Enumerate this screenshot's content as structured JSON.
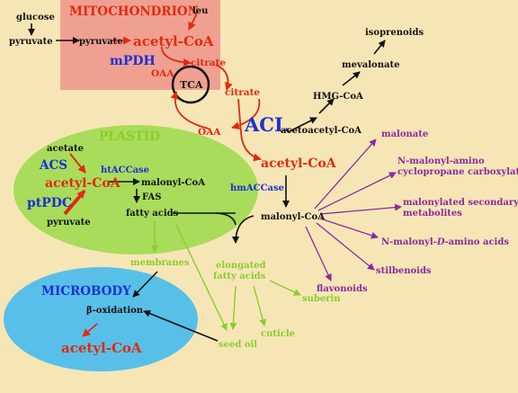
{
  "colors": {
    "background": "#f6e6b6",
    "mitochondrion": "#f0a090",
    "plastid": "#a8dc5a",
    "microbody": "#58c0e8",
    "red": "#e02a10",
    "blue": "#1c2fd8",
    "purple": "#8a2aa0",
    "green": "#8ccc2c",
    "black": "#111111"
  },
  "compartments": {
    "mitochondrion": "MITOCHONDRION",
    "plastid": "PLASTID",
    "microbody": "MICROBODY"
  },
  "labels": {
    "glucose": "glucose",
    "pyruvate_cyto": "pyruvate",
    "pyruvate_mito": "pyruvate",
    "leu": "leu",
    "acetyl_coa_mito": "acetyl-CoA",
    "mpdh": "mPDH",
    "citrate_mito": "citrate",
    "oaa_mito": "OAA",
    "tca": "TCA",
    "citrate_cyto": "citrate",
    "oaa_cyto": "OAA",
    "acl": "ACL",
    "acetyl_coa_cyto": "acetyl-CoA",
    "acetoacetyl_coa": "acetoacetyl-CoA",
    "hmg_coa": "HMG-CoA",
    "mevalonate": "mevalonate",
    "isoprenoids": "isoprenoids",
    "hmaccase": "hmACCase",
    "malonyl_coa_cyto": "malonyl-CoA",
    "acetate": "acetate",
    "acs": "ACS",
    "htaccase": "htACCase",
    "acetyl_coa_plastid": "acetyl-CoA",
    "malonyl_coa_plastid": "malonyl-CoA",
    "ptpdc": "ptPDC",
    "fas": "FAS",
    "pyruvate_plastid": "pyruvate",
    "fatty_acids": "fatty acids",
    "membranes": "membranes",
    "elongated_1": "elongated",
    "elongated_2": "fatty acids",
    "suberin": "suberin",
    "cuticle": "cuticle",
    "seed_oil": "seed oil",
    "beta_oxidation": "β-oxidation",
    "acetyl_coa_microbody": "acetyl-CoA",
    "malonate": "malonate",
    "n_malonyl_amino_1": "N-malonyl-amino",
    "n_malonyl_amino_2": "cyclopropane carboxylate",
    "malonylated_1": "malonylated secondary",
    "malonylated_2": "metabolites",
    "n_malonyl_d_1": "N-malonyl-",
    "n_malonyl_d_2": "D",
    "n_malonyl_d_3": "-amino acids",
    "stilbenoids": "stilbenoids",
    "flavonoids": "flavonoids"
  }
}
